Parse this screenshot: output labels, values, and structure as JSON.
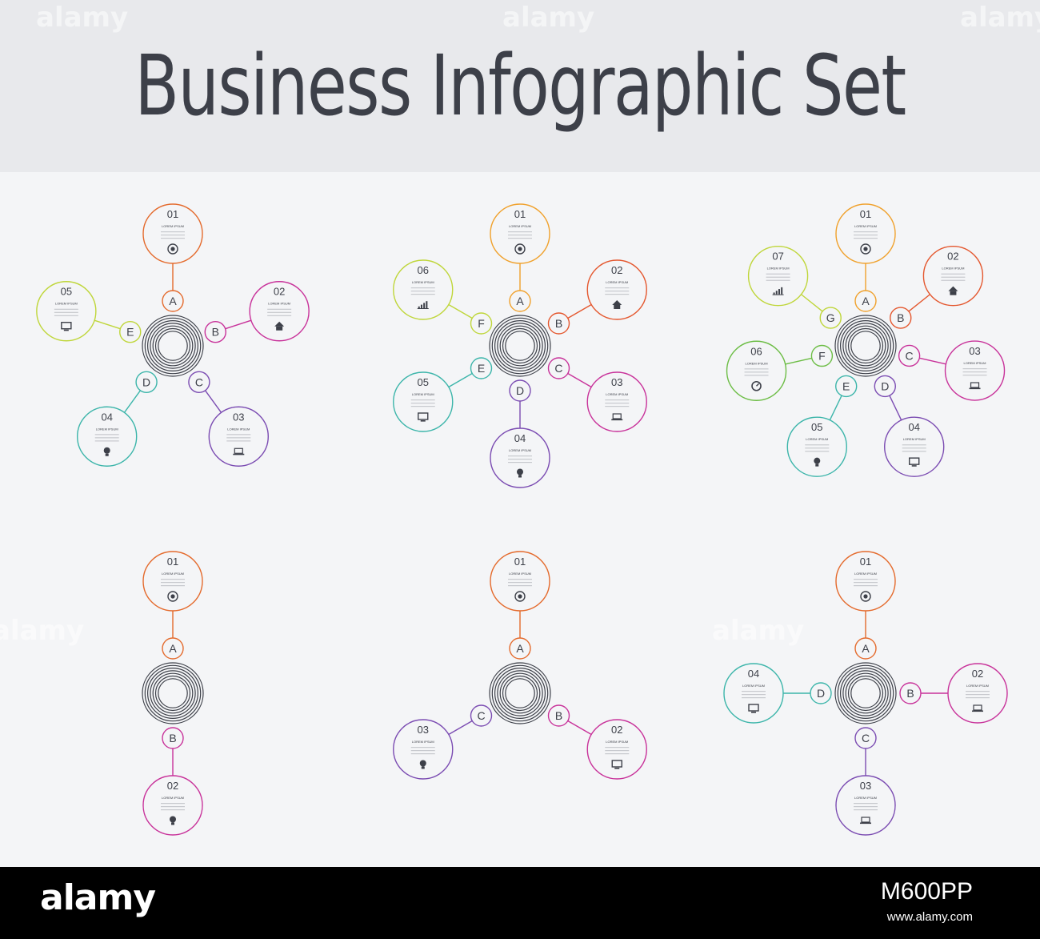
{
  "title": "Business Infographic Set",
  "footer": {
    "brand": "alamy",
    "stock_id": "M600PP",
    "site": "www.alamy.com"
  },
  "watermark": "alamy",
  "caption": "LOREM IPSUM",
  "diagrams": [
    {
      "items": [
        {
          "num": "01",
          "letter": "A",
          "color": "#e46a2c",
          "icon": "target-icon"
        },
        {
          "num": "02",
          "letter": "B",
          "color": "#c8329a",
          "icon": "home-icon"
        },
        {
          "num": "03",
          "letter": "C",
          "color": "#7b4cb2",
          "icon": "laptop-icon"
        },
        {
          "num": "04",
          "letter": "D",
          "color": "#3cb5aa",
          "icon": "bulb-icon"
        },
        {
          "num": "05",
          "letter": "E",
          "color": "#bfd63a",
          "icon": "monitor-icon"
        }
      ]
    },
    {
      "items": [
        {
          "num": "01",
          "letter": "A",
          "color": "#f0a12c",
          "icon": "target-icon"
        },
        {
          "num": "02",
          "letter": "B",
          "color": "#e4572e",
          "icon": "home-icon"
        },
        {
          "num": "03",
          "letter": "C",
          "color": "#c8329a",
          "icon": "laptop-icon"
        },
        {
          "num": "04",
          "letter": "D",
          "color": "#7b4cb2",
          "icon": "bulb-icon"
        },
        {
          "num": "05",
          "letter": "E",
          "color": "#3cb5aa",
          "icon": "monitor-icon"
        },
        {
          "num": "06",
          "letter": "F",
          "color": "#bfd63a",
          "icon": "chart-icon"
        }
      ]
    },
    {
      "items": [
        {
          "num": "01",
          "letter": "A",
          "color": "#f0a12c",
          "icon": "target-icon"
        },
        {
          "num": "02",
          "letter": "B",
          "color": "#e4572e",
          "icon": "home-icon"
        },
        {
          "num": "03",
          "letter": "C",
          "color": "#c8329a",
          "icon": "laptop-icon"
        },
        {
          "num": "04",
          "letter": "D",
          "color": "#7b4cb2",
          "icon": "monitor-icon"
        },
        {
          "num": "05",
          "letter": "E",
          "color": "#3cb5aa",
          "icon": "bulb-icon"
        },
        {
          "num": "06",
          "letter": "F",
          "color": "#6cbd45",
          "icon": "gauge-icon"
        },
        {
          "num": "07",
          "letter": "G",
          "color": "#bfd63a",
          "icon": "chart-icon"
        }
      ]
    },
    {
      "items": [
        {
          "num": "01",
          "letter": "A",
          "color": "#e46a2c",
          "icon": "target-icon"
        },
        {
          "num": "02",
          "letter": "B",
          "color": "#c8329a",
          "icon": "bulb-icon"
        }
      ]
    },
    {
      "items": [
        {
          "num": "01",
          "letter": "A",
          "color": "#e46a2c",
          "icon": "target-icon"
        },
        {
          "num": "02",
          "letter": "B",
          "color": "#c8329a",
          "icon": "monitor-icon"
        },
        {
          "num": "03",
          "letter": "C",
          "color": "#7b4cb2",
          "icon": "bulb-icon"
        }
      ]
    },
    {
      "items": [
        {
          "num": "01",
          "letter": "A",
          "color": "#e46a2c",
          "icon": "target-icon"
        },
        {
          "num": "02",
          "letter": "B",
          "color": "#c8329a",
          "icon": "laptop-icon"
        },
        {
          "num": "03",
          "letter": "C",
          "color": "#7b4cb2",
          "icon": "laptop-icon"
        },
        {
          "num": "04",
          "letter": "D",
          "color": "#3cb5aa",
          "icon": "monitor-icon"
        }
      ]
    }
  ]
}
